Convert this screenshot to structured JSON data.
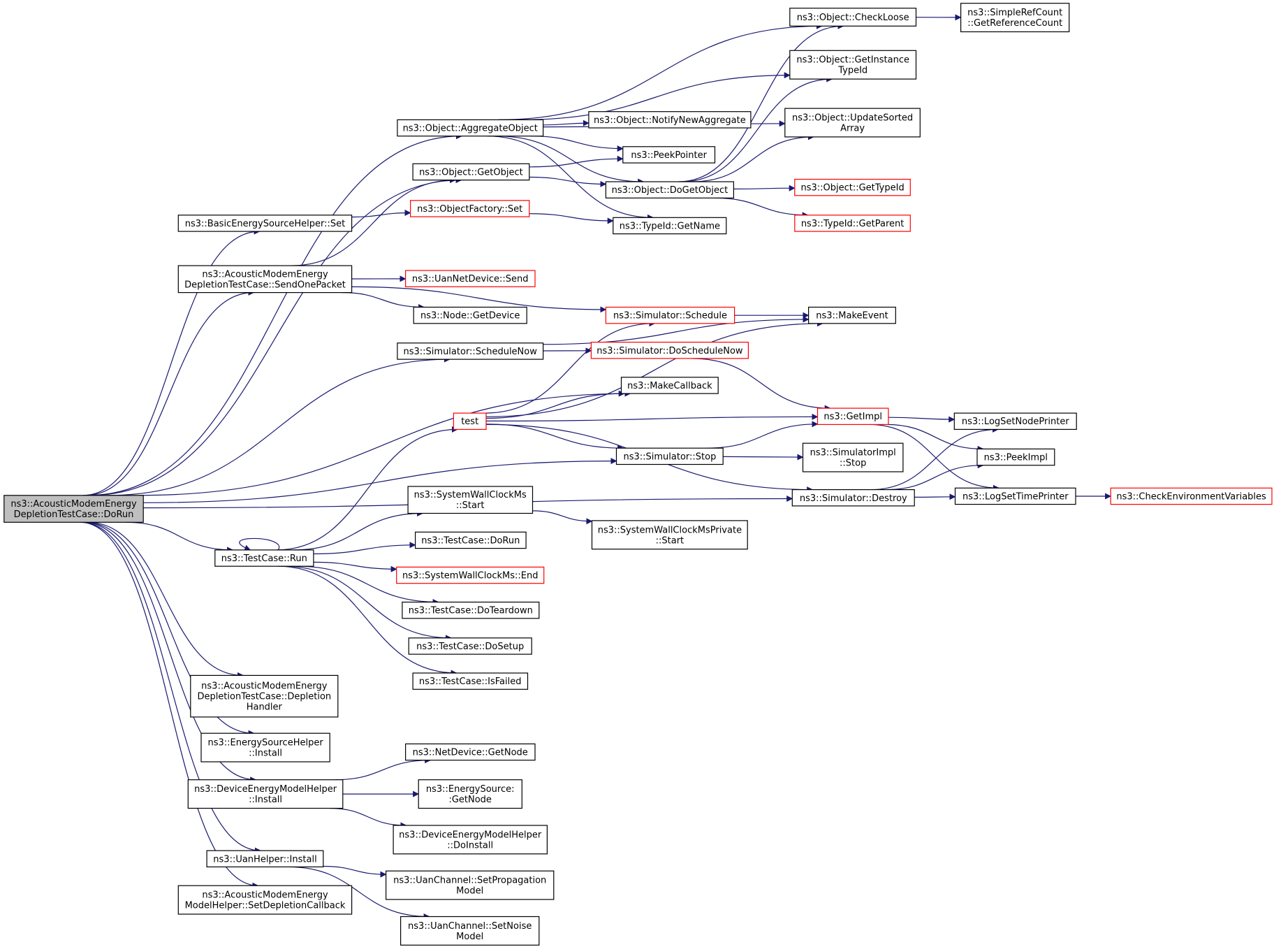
{
  "colors": {
    "edge": "#191970",
    "node_border": "#000000",
    "node_border_truncated": "#ff0000",
    "root_fill": "#bfbfbf",
    "node_fill": "#ffffff"
  },
  "nodes": [
    {
      "id": "root",
      "lines": [
        "ns3::AcousticModemEnergy",
        "DepletionTestCase::DoRun"
      ],
      "root": true
    },
    {
      "id": "aggregate",
      "lines": [
        "ns3::Object::AggregateObject"
      ]
    },
    {
      "id": "getobject",
      "lines": [
        "ns3::Object::GetObject"
      ]
    },
    {
      "id": "besh_set",
      "lines": [
        "ns3::BasicEnergySourceHelper::Set"
      ]
    },
    {
      "id": "sendone",
      "lines": [
        "ns3::AcousticModemEnergy",
        "DepletionTestCase::SendOnePacket"
      ]
    },
    {
      "id": "schednow",
      "lines": [
        "ns3::Simulator::ScheduleNow"
      ]
    },
    {
      "id": "tc_run",
      "lines": [
        "ns3::TestCase::Run"
      ]
    },
    {
      "id": "deplhandler",
      "lines": [
        "ns3::AcousticModemEnergy",
        "DepletionTestCase::Depletion",
        "Handler"
      ]
    },
    {
      "id": "esh_install",
      "lines": [
        "ns3::EnergySourceHelper",
        "::Install"
      ]
    },
    {
      "id": "demh_install",
      "lines": [
        "ns3::DeviceEnergyModelHelper",
        "::Install"
      ]
    },
    {
      "id": "uan_install",
      "lines": [
        "ns3::UanHelper::Install"
      ]
    },
    {
      "id": "setdepl",
      "lines": [
        "ns3::AcousticModemEnergy",
        "ModelHelper::SetDepletionCallback"
      ]
    },
    {
      "id": "checkloose",
      "lines": [
        "ns3::Object::CheckLoose"
      ]
    },
    {
      "id": "getinst",
      "lines": [
        "ns3::Object::GetInstance",
        "TypeId"
      ]
    },
    {
      "id": "updsorted",
      "lines": [
        "ns3::Object::UpdateSorted",
        "Array"
      ]
    },
    {
      "id": "notify",
      "lines": [
        "ns3::Object::NotifyNewAggregate"
      ]
    },
    {
      "id": "peekptr",
      "lines": [
        "ns3::PeekPointer"
      ]
    },
    {
      "id": "dogetobj",
      "lines": [
        "ns3::Object::DoGetObject"
      ]
    },
    {
      "id": "of_set",
      "lines": [
        "ns3::ObjectFactory::Set"
      ],
      "truncated": true
    },
    {
      "id": "getname",
      "lines": [
        "ns3::TypeId::GetName"
      ]
    },
    {
      "id": "uansend",
      "lines": [
        "ns3::UanNetDevice::Send"
      ],
      "truncated": true
    },
    {
      "id": "getdevice",
      "lines": [
        "ns3::Node::GetDevice"
      ]
    },
    {
      "id": "schedule",
      "lines": [
        "ns3::Simulator::Schedule"
      ],
      "truncated": true
    },
    {
      "id": "doschednow",
      "lines": [
        "ns3::Simulator::DoScheduleNow"
      ],
      "truncated": true
    },
    {
      "id": "makecb",
      "lines": [
        "ns3::MakeCallback"
      ]
    },
    {
      "id": "test",
      "lines": [
        "test"
      ],
      "truncated": true
    },
    {
      "id": "stop",
      "lines": [
        "ns3::Simulator::Stop"
      ]
    },
    {
      "id": "swc_start",
      "lines": [
        "ns3::SystemWallClockMs",
        "::Start"
      ]
    },
    {
      "id": "tc_dorun",
      "lines": [
        "ns3::TestCase::DoRun"
      ]
    },
    {
      "id": "swc_end",
      "lines": [
        "ns3::SystemWallClockMs::End"
      ],
      "truncated": true
    },
    {
      "id": "teardown",
      "lines": [
        "ns3::TestCase::DoTeardown"
      ]
    },
    {
      "id": "setup",
      "lines": [
        "ns3::TestCase::DoSetup"
      ]
    },
    {
      "id": "isfailed",
      "lines": [
        "ns3::TestCase::IsFailed"
      ]
    },
    {
      "id": "nd_getnode",
      "lines": [
        "ns3::NetDevice::GetNode"
      ]
    },
    {
      "id": "es_getnode",
      "lines": [
        "ns3::EnergySource:",
        ":GetNode"
      ]
    },
    {
      "id": "doinstall",
      "lines": [
        "ns3::DeviceEnergyModelHelper",
        "::DoInstall"
      ]
    },
    {
      "id": "setprop",
      "lines": [
        "ns3::UanChannel::SetPropagation",
        "Model"
      ]
    },
    {
      "id": "setnoise",
      "lines": [
        "ns3::UanChannel::SetNoise",
        "Model"
      ]
    },
    {
      "id": "getrefcount",
      "lines": [
        "ns3::SimpleRefCount",
        "::GetReferenceCount"
      ]
    },
    {
      "id": "gettypeid",
      "lines": [
        "ns3::Object::GetTypeId"
      ],
      "truncated": true
    },
    {
      "id": "getparent",
      "lines": [
        "ns3::TypeId::GetParent"
      ],
      "truncated": true
    },
    {
      "id": "makeevent",
      "lines": [
        "ns3::MakeEvent"
      ]
    },
    {
      "id": "getimpl",
      "lines": [
        "ns3::GetImpl"
      ],
      "truncated": true
    },
    {
      "id": "simimpl_stop",
      "lines": [
        "ns3::SimulatorImpl",
        "::Stop"
      ]
    },
    {
      "id": "destroy",
      "lines": [
        "ns3::Simulator::Destroy"
      ]
    },
    {
      "id": "swcp_start",
      "lines": [
        "ns3::SystemWallClockMsPrivate",
        "::Start"
      ]
    },
    {
      "id": "lognode",
      "lines": [
        "ns3::LogSetNodePrinter"
      ]
    },
    {
      "id": "peekimpl",
      "lines": [
        "ns3::PeekImpl"
      ]
    },
    {
      "id": "logtime",
      "lines": [
        "ns3::LogSetTimePrinter"
      ]
    },
    {
      "id": "checkenv",
      "lines": [
        "ns3::CheckEnvironmentVariables"
      ],
      "truncated": true
    }
  ],
  "edges": [
    [
      "root",
      "aggregate"
    ],
    [
      "root",
      "getobject"
    ],
    [
      "root",
      "besh_set"
    ],
    [
      "root",
      "sendone"
    ],
    [
      "root",
      "schednow"
    ],
    [
      "root",
      "makecb"
    ],
    [
      "root",
      "stop"
    ],
    [
      "root",
      "tc_run"
    ],
    [
      "root",
      "destroy"
    ],
    [
      "root",
      "deplhandler"
    ],
    [
      "root",
      "esh_install"
    ],
    [
      "root",
      "demh_install"
    ],
    [
      "root",
      "uan_install"
    ],
    [
      "root",
      "setdepl"
    ],
    [
      "aggregate",
      "checkloose"
    ],
    [
      "aggregate",
      "getinst"
    ],
    [
      "aggregate",
      "updsorted"
    ],
    [
      "aggregate",
      "notify"
    ],
    [
      "aggregate",
      "peekptr"
    ],
    [
      "aggregate",
      "dogetobj"
    ],
    [
      "aggregate",
      "getname"
    ],
    [
      "getobject",
      "peekptr"
    ],
    [
      "getobject",
      "dogetobj"
    ],
    [
      "besh_set",
      "of_set"
    ],
    [
      "of_set",
      "getname"
    ],
    [
      "sendone",
      "getobject"
    ],
    [
      "sendone",
      "uansend"
    ],
    [
      "sendone",
      "getdevice"
    ],
    [
      "sendone",
      "schedule"
    ],
    [
      "schednow",
      "makeevent"
    ],
    [
      "schednow",
      "doschednow"
    ],
    [
      "dogetobj",
      "checkloose"
    ],
    [
      "dogetobj",
      "getinst"
    ],
    [
      "dogetobj",
      "updsorted"
    ],
    [
      "dogetobj",
      "gettypeid"
    ],
    [
      "dogetobj",
      "getparent"
    ],
    [
      "checkloose",
      "getrefcount"
    ],
    [
      "schedule",
      "makeevent"
    ],
    [
      "doschednow",
      "getimpl"
    ],
    [
      "test",
      "schedule"
    ],
    [
      "test",
      "makecb"
    ],
    [
      "test",
      "makeevent"
    ],
    [
      "test",
      "getimpl"
    ],
    [
      "test",
      "stop"
    ],
    [
      "test",
      "destroy"
    ],
    [
      "stop",
      "getimpl"
    ],
    [
      "stop",
      "simimpl_stop"
    ],
    [
      "getimpl",
      "lognode"
    ],
    [
      "getimpl",
      "peekimpl"
    ],
    [
      "getimpl",
      "logtime"
    ],
    [
      "destroy",
      "lognode"
    ],
    [
      "destroy",
      "peekimpl"
    ],
    [
      "destroy",
      "logtime"
    ],
    [
      "logtime",
      "checkenv"
    ],
    [
      "tc_run",
      "tc_run"
    ],
    [
      "tc_run",
      "test"
    ],
    [
      "tc_run",
      "swc_start"
    ],
    [
      "tc_run",
      "tc_dorun"
    ],
    [
      "tc_run",
      "swc_end"
    ],
    [
      "tc_run",
      "teardown"
    ],
    [
      "tc_run",
      "setup"
    ],
    [
      "tc_run",
      "isfailed"
    ],
    [
      "swc_start",
      "swcp_start"
    ],
    [
      "demh_install",
      "nd_getnode"
    ],
    [
      "demh_install",
      "es_getnode"
    ],
    [
      "demh_install",
      "doinstall"
    ],
    [
      "uan_install",
      "setprop"
    ],
    [
      "uan_install",
      "setnoise"
    ]
  ]
}
